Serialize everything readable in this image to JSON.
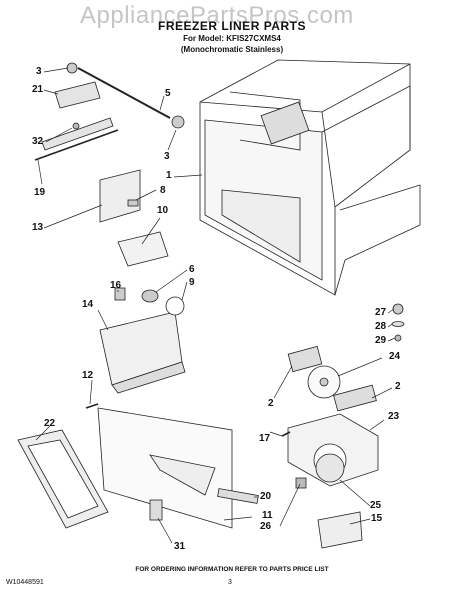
{
  "header": {
    "watermark": "AppliancePartsPros.com",
    "title": "FREEZER LINER PARTS",
    "model_line": "For Model: KFIS27CXMS4",
    "variant_line": "(Monochromatic Stainless)"
  },
  "callouts": [
    {
      "id": "c3a",
      "label": "3"
    },
    {
      "id": "c21",
      "label": "21"
    },
    {
      "id": "c5",
      "label": "5"
    },
    {
      "id": "c32",
      "label": "32"
    },
    {
      "id": "c3b",
      "label": "3"
    },
    {
      "id": "c19",
      "label": "19"
    },
    {
      "id": "c1",
      "label": "1"
    },
    {
      "id": "c8",
      "label": "8"
    },
    {
      "id": "c13",
      "label": "13"
    },
    {
      "id": "c10",
      "label": "10"
    },
    {
      "id": "c6",
      "label": "6"
    },
    {
      "id": "c9",
      "label": "9"
    },
    {
      "id": "c16",
      "label": "16"
    },
    {
      "id": "c14",
      "label": "14"
    },
    {
      "id": "c27",
      "label": "27"
    },
    {
      "id": "c28",
      "label": "28"
    },
    {
      "id": "c29",
      "label": "29"
    },
    {
      "id": "c24",
      "label": "24"
    },
    {
      "id": "c12",
      "label": "12"
    },
    {
      "id": "c2a",
      "label": "2"
    },
    {
      "id": "c2b",
      "label": "2"
    },
    {
      "id": "c23",
      "label": "23"
    },
    {
      "id": "c22",
      "label": "22"
    },
    {
      "id": "c17",
      "label": "17"
    },
    {
      "id": "c20",
      "label": "20"
    },
    {
      "id": "c25",
      "label": "25"
    },
    {
      "id": "c11",
      "label": "11"
    },
    {
      "id": "c26",
      "label": "26"
    },
    {
      "id": "c15",
      "label": "15"
    },
    {
      "id": "c31",
      "label": "31"
    }
  ],
  "footer": {
    "ordering_note": "FOR ORDERING INFORMATION REFER TO PARTS PRICE LIST",
    "doc_number": "W10448591",
    "page_number": "3"
  }
}
